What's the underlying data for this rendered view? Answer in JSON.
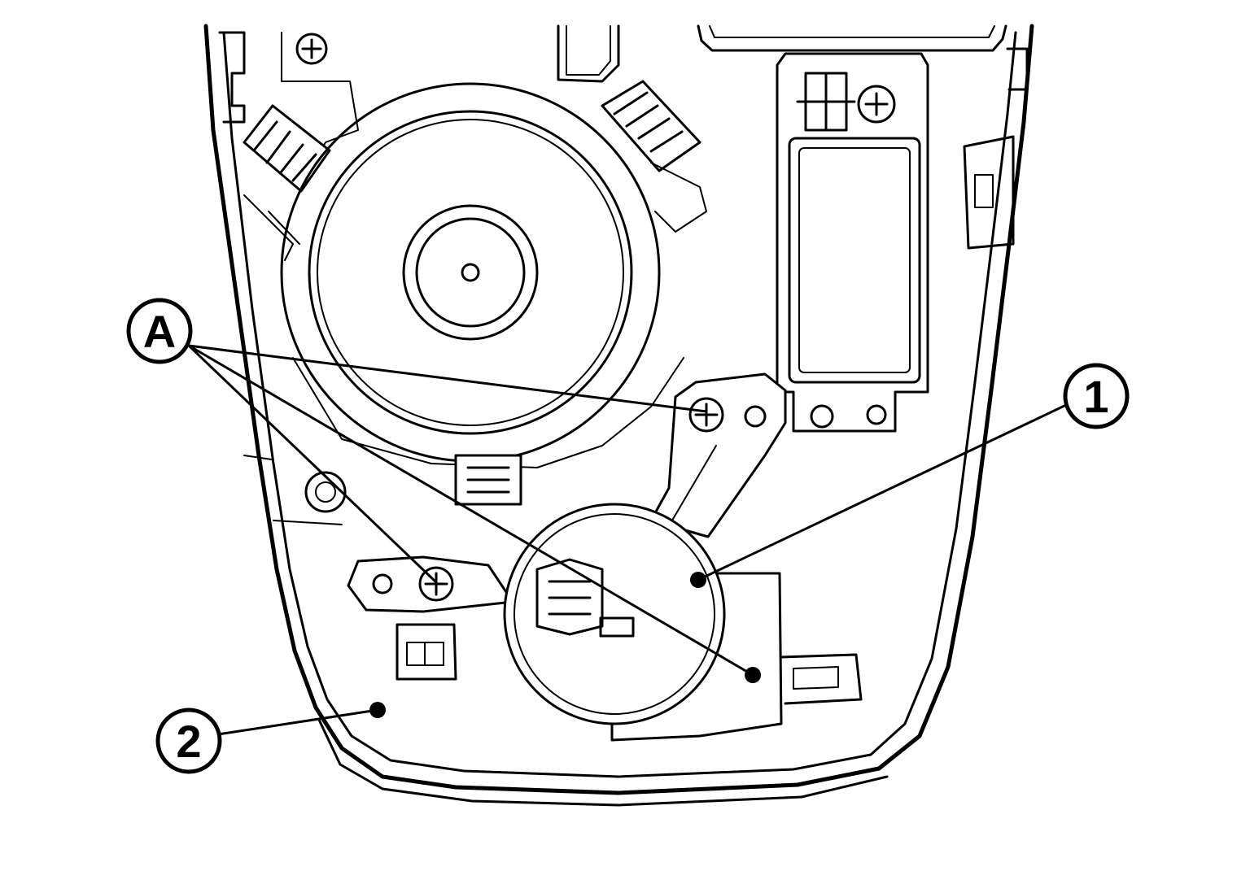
{
  "callouts": {
    "a": "A",
    "one": "1",
    "two": "2"
  },
  "icons": [
    "screw-icon",
    "connector-icon",
    "speaker-icon",
    "motor-icon"
  ],
  "colors": {
    "line": "#000000",
    "background": "#ffffff"
  }
}
